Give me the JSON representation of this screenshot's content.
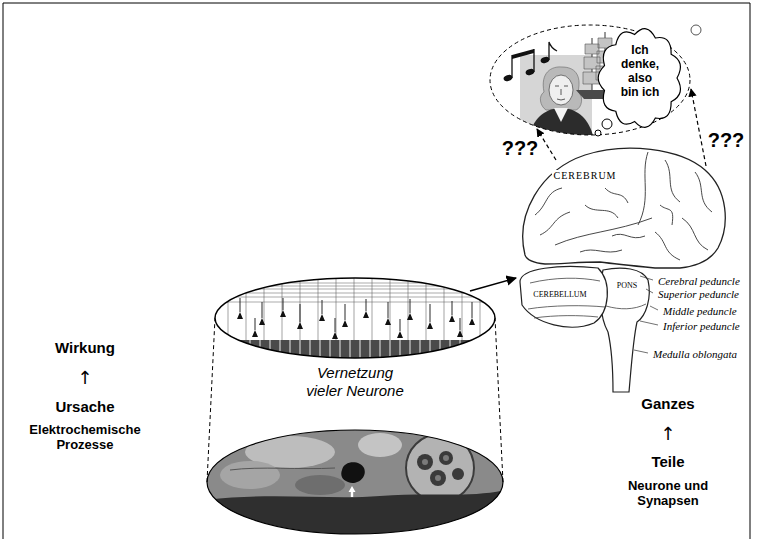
{
  "diagram": {
    "nodes": [
      {
        "text": [
          "Ich denke, also bin ich"
        ]
      },
      {
        "text": [
          "Vernetzung vieler Neurone"
        ]
      }
    ],
    "labels": [
      "???",
      "???",
      "CEREBRUM",
      "Cerebral peduncle",
      "Superior peduncle",
      "CEREBELLUM",
      "PONS",
      "Middle peduncle",
      "Inferior peduncle",
      "Medulla oblongata",
      "Wirkung",
      "↑",
      "Ursache",
      "Elektrochemische Prozesse",
      "Ganzes",
      "↑",
      "Teile",
      "Neurone und Synapsen"
    ]
  }
}
